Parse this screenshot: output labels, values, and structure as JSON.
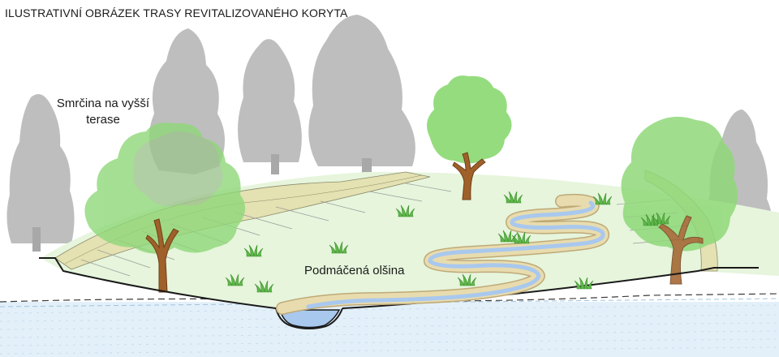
{
  "title": "ILUSTRATIVNÍ OBRÁZEK TRASY REVITALIZOVANÉHO KORYTA",
  "labels": {
    "spruce_forest": "Smrčina na vyšší terase",
    "wet_alder": "Podmáčená olšina"
  },
  "colors": {
    "meadow": "#e6f5dc",
    "conifer_gray": "#b8b8b8",
    "tree_green": "#8fd879",
    "trunk_brown": "#a0602a",
    "terrace_path": "#e5e2b3",
    "river_sand": "#e8dcae",
    "river_water": "#a9c8ee",
    "groundwater": "#dfeef8"
  },
  "icons": [
    "conifer-icon",
    "deciduous-tree-icon",
    "grass-tuft-icon"
  ]
}
